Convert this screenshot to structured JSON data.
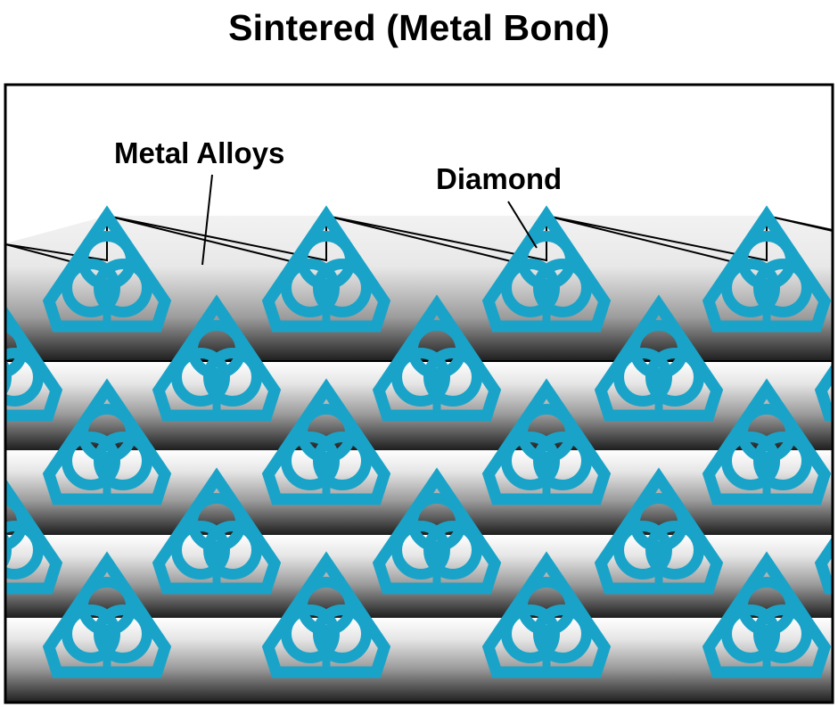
{
  "title": "Sintered (Metal Bond)",
  "labels": {
    "metal": "Metal Alloys",
    "diamond": "Diamond"
  },
  "colors": {
    "diamond": "#1aa3c8",
    "band_light": "#ffffff",
    "band_dark": "#1e1e1e",
    "outline": "#000000"
  },
  "icons": {
    "diamond_grain": "triquetra-in-pentagon-icon"
  }
}
